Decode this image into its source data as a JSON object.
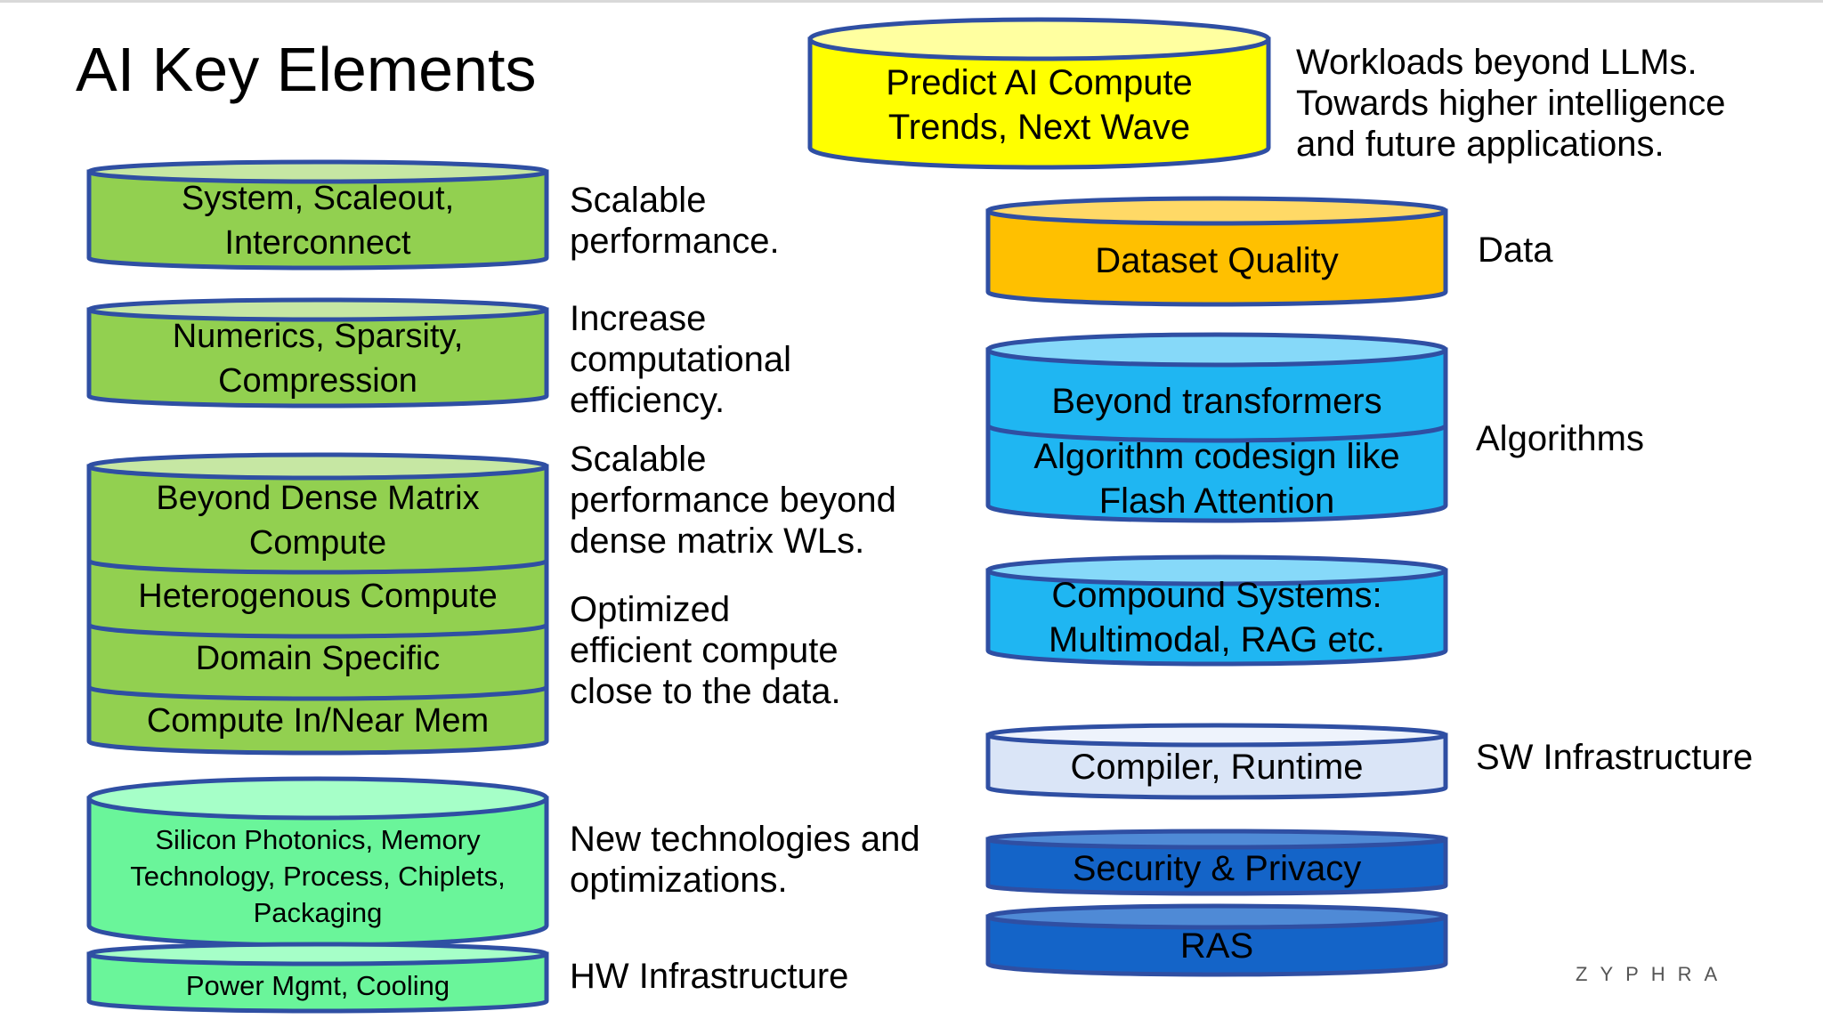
{
  "title": "AI Key Elements",
  "watermark": "ZYPHRA",
  "colors": {
    "outline": "#2f4fa3",
    "green": "#92d050",
    "green_light": "#c6e7a3",
    "mint": "#6af59a",
    "mint_light": "#a6ffc8",
    "yellow": "#ffff00",
    "yellow_light": "#ffffa0",
    "orange": "#ffc000",
    "orange_light": "#ffd966",
    "sky": "#1fb6f2",
    "sky_light": "#86d9f9",
    "pale": "#dae5f7",
    "pale_light": "#eef3fc",
    "navy": "#1464c8",
    "navy_light": "#4f8ad6"
  },
  "left_stacks": [
    {
      "fill": "green",
      "top": "green_light",
      "layers": [
        {
          "lines": [
            "System, Scaleout,",
            "Interconnect"
          ]
        }
      ]
    },
    {
      "fill": "green",
      "top": "green_light",
      "layers": [
        {
          "lines": [
            "Numerics, Sparsity,",
            "Compression"
          ]
        }
      ]
    },
    {
      "fill": "green",
      "top": "green_light",
      "layers": [
        {
          "lines": [
            "Beyond Dense Matrix",
            "Compute"
          ]
        },
        {
          "lines": [
            "Heterogenous Compute"
          ]
        },
        {
          "lines": [
            "Domain Specific"
          ]
        },
        {
          "lines": [
            "Compute In/Near Mem"
          ]
        }
      ]
    },
    {
      "fill": "mint",
      "top": "mint_light",
      "layers": [
        {
          "lines": [
            "Silicon Photonics, Memory",
            "Technology, Process, Chiplets,",
            "Packaging"
          ]
        }
      ]
    },
    {
      "fill": "mint",
      "top": "mint_light",
      "layers": [
        {
          "lines": [
            "Power Mgmt, Cooling"
          ]
        }
      ]
    }
  ],
  "right_stacks": [
    {
      "fill": "yellow",
      "top": "yellow_light",
      "layers": [
        {
          "lines": [
            "Predict AI Compute",
            "Trends, Next Wave"
          ]
        }
      ]
    },
    {
      "fill": "orange",
      "top": "orange_light",
      "layers": [
        {
          "lines": [
            "Dataset Quality"
          ]
        }
      ]
    },
    {
      "fill": "sky",
      "top": "sky_light",
      "layers": [
        {
          "lines": [
            "Beyond transformers"
          ]
        },
        {
          "lines": [
            "Algorithm codesign like",
            "Flash Attention"
          ]
        }
      ]
    },
    {
      "fill": "sky",
      "top": "sky_light",
      "layers": [
        {
          "lines": [
            "Compound Systems:",
            "Multimodal, RAG etc."
          ]
        }
      ]
    },
    {
      "fill": "pale",
      "top": "pale_light",
      "layers": [
        {
          "lines": [
            "Compiler, Runtime"
          ]
        }
      ]
    },
    {
      "fill": "navy",
      "top": "navy_light",
      "layers": [
        {
          "lines": [
            "Security & Privacy"
          ]
        }
      ]
    },
    {
      "fill": "navy",
      "top": "navy_light",
      "layers": [
        {
          "lines": [
            "RAS"
          ]
        }
      ]
    }
  ],
  "left_notes": [
    [
      "Scalable",
      "performance."
    ],
    [
      "Increase",
      "computational",
      "efficiency."
    ],
    [
      "Scalable",
      "performance beyond",
      "dense matrix WLs."
    ],
    [
      "Optimized",
      "efficient compute",
      "close to the data."
    ],
    [
      "New technologies and",
      "optimizations."
    ],
    [
      "HW Infrastructure"
    ]
  ],
  "right_notes": [
    [
      "Workloads beyond LLMs.",
      "Towards higher intelligence",
      "and future applications."
    ]
  ],
  "categories": [
    "Data",
    "Algorithms",
    "SW Infrastructure"
  ]
}
